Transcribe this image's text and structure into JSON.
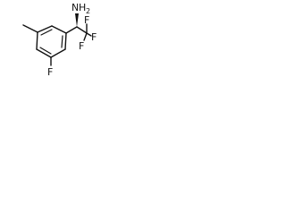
{
  "molecule": {
    "atoms": {
      "amine": {
        "symbol": "N",
        "hydrogens": "H",
        "count": "2"
      },
      "fluorine_trifluoro_top": {
        "symbol": "F"
      },
      "fluorine_trifluoro_right": {
        "symbol": "F"
      },
      "fluorine_trifluoro_bottom": {
        "symbol": "F"
      },
      "fluorine_ring": {
        "symbol": "F"
      }
    },
    "colors": {
      "bond": "#111111",
      "label": "#111111",
      "background": "#ffffff"
    }
  }
}
